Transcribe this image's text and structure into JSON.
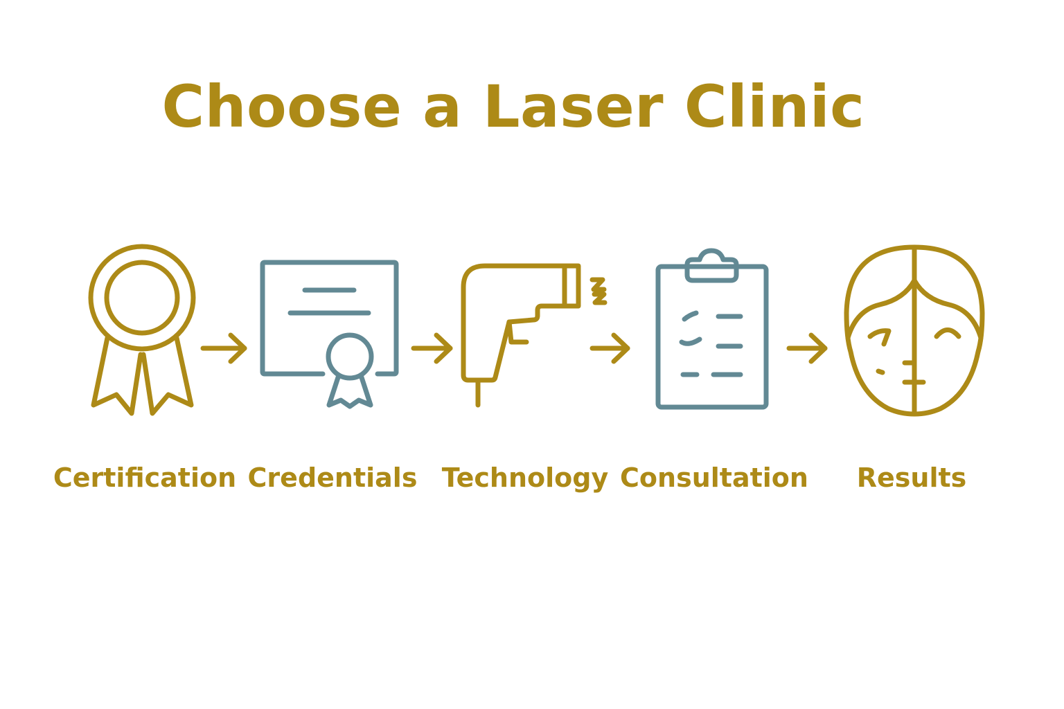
{
  "title": "Choose a Laser Clinic",
  "colors": {
    "gold": "#AD8A17",
    "slate": "#628994",
    "background": "#FFFFFF"
  },
  "steps": [
    {
      "label": "Certification",
      "icon": "award-ribbon-icon",
      "color": "gold"
    },
    {
      "label": "Credentials",
      "icon": "certificate-icon",
      "color": "slate"
    },
    {
      "label": "Technology",
      "icon": "laser-device-icon",
      "color": "gold"
    },
    {
      "label": "Consultation",
      "icon": "clipboard-checklist-icon",
      "color": "slate"
    },
    {
      "label": "Results",
      "icon": "face-icon",
      "color": "gold"
    }
  ],
  "connectors": [
    "arrow-right-icon",
    "arrow-right-icon",
    "arrow-right-icon",
    "arrow-right-icon"
  ]
}
